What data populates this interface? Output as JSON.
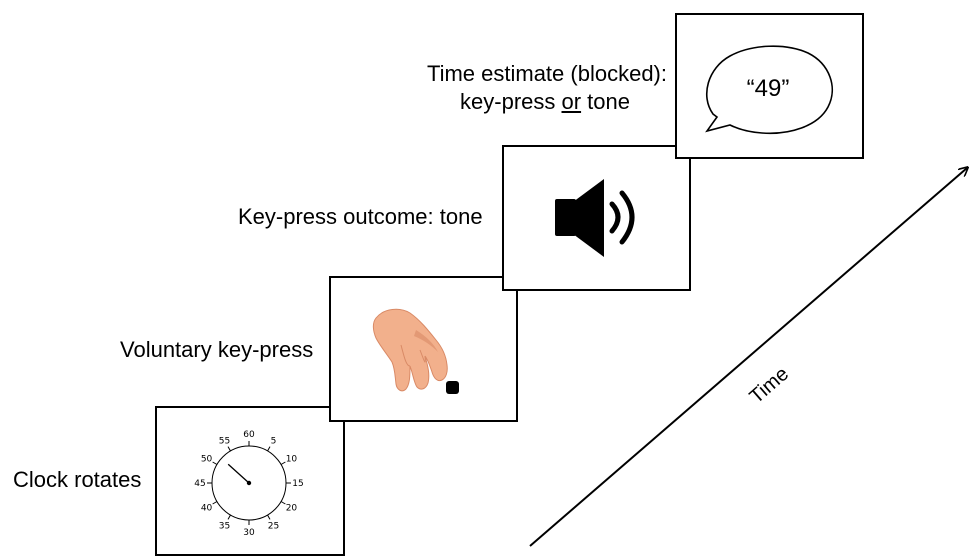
{
  "steps": [
    {
      "id": "clock",
      "label": "Clock rotates"
    },
    {
      "id": "keypress",
      "label": "Voluntary key-press"
    },
    {
      "id": "outcome",
      "label": "Key-press outcome: tone"
    },
    {
      "id": "estimate",
      "label_line1": "Time estimate (blocked):",
      "label_line2_a": "key-press ",
      "label_line2_or": "or",
      "label_line2_b": " tone"
    }
  ],
  "clock": {
    "ticks": [
      "60",
      "5",
      "10",
      "15",
      "20",
      "25",
      "30",
      "35",
      "40",
      "45",
      "50",
      "55"
    ],
    "hand_value": 52
  },
  "speech_bubble": {
    "text": "“49”"
  },
  "axis": {
    "label": "Time"
  },
  "colors": {
    "line": "#000000",
    "hand_skin": "#f2b08c",
    "hand_shadow": "#d98a66",
    "key": "#000000"
  },
  "icons": {
    "clock": "clock-face-icon",
    "hand": "hand-pressing-key-icon",
    "speaker": "speaker-volume-icon",
    "bubble": "speech-bubble-icon"
  }
}
